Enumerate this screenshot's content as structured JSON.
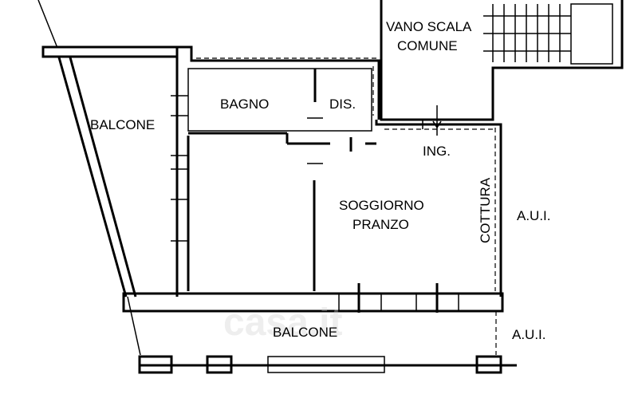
{
  "rooms": {
    "stair": "VANO SCALA",
    "stair2": "COMUNE",
    "bath": "BAGNO",
    "dis": "DIS.",
    "balcony_left": "BALCONE",
    "living": "SOGGIORNO",
    "living2": "PRANZO",
    "cooking": "COTTURA",
    "entrance": "ING.",
    "aui_right": "A.U.I.",
    "balcony_bottom": "BALCONE",
    "aui_bottom": "A.U.I."
  },
  "watermark": "casa.it"
}
